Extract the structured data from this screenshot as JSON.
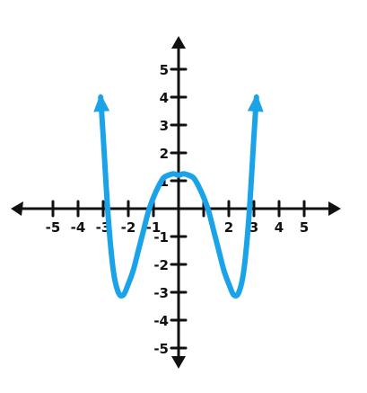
{
  "chart_data": {
    "type": "line",
    "title": "",
    "xlabel": "",
    "ylabel": "",
    "xlim": [
      -6.5,
      6.5
    ],
    "ylim": [
      -6,
      6
    ],
    "x_ticks": [
      -5,
      -4,
      -3,
      -2,
      -1,
      1,
      2,
      3,
      4,
      5
    ],
    "y_ticks": [
      -5,
      -4,
      -3,
      -2,
      -1,
      1,
      2,
      3,
      4,
      5
    ],
    "x_tick_labels": [
      "-5",
      "-4",
      "-3",
      "-2",
      "-1",
      "",
      "2",
      "3",
      "4",
      "5"
    ],
    "y_tick_labels": [
      "-5",
      "-4",
      "-3",
      "-2",
      "-1",
      "1",
      "2",
      "3",
      "4",
      "5"
    ],
    "grid": false,
    "end_arrows": true,
    "series": [
      {
        "color": "#1aa3e8",
        "x": [
          -3.1,
          -3.0,
          -2.8,
          -2.6,
          -2.4,
          -2.2,
          -2.0,
          -1.8,
          -1.6,
          -1.4,
          -1.2,
          -1.0,
          -0.8,
          -0.6,
          -0.4,
          -0.2,
          0.0,
          0.2,
          0.4,
          0.6,
          0.8,
          1.0,
          1.2,
          1.4,
          1.6,
          1.8,
          2.0,
          2.2,
          2.4,
          2.6,
          2.8,
          3.0,
          3.1
        ],
        "y": [
          4.0,
          2.6,
          -0.3,
          -2.2,
          -3.0,
          -3.1,
          -2.7,
          -2.2,
          -1.5,
          -0.8,
          -0.1,
          0.4,
          0.8,
          1.1,
          1.2,
          1.25,
          1.2,
          1.25,
          1.2,
          1.1,
          0.8,
          0.4,
          -0.1,
          -0.8,
          -1.5,
          -2.2,
          -2.7,
          -3.1,
          -3.0,
          -2.2,
          -0.3,
          2.6,
          4.0
        ]
      }
    ],
    "colors": {
      "axis": "#111111",
      "curve": "#1aa3e8"
    }
  }
}
